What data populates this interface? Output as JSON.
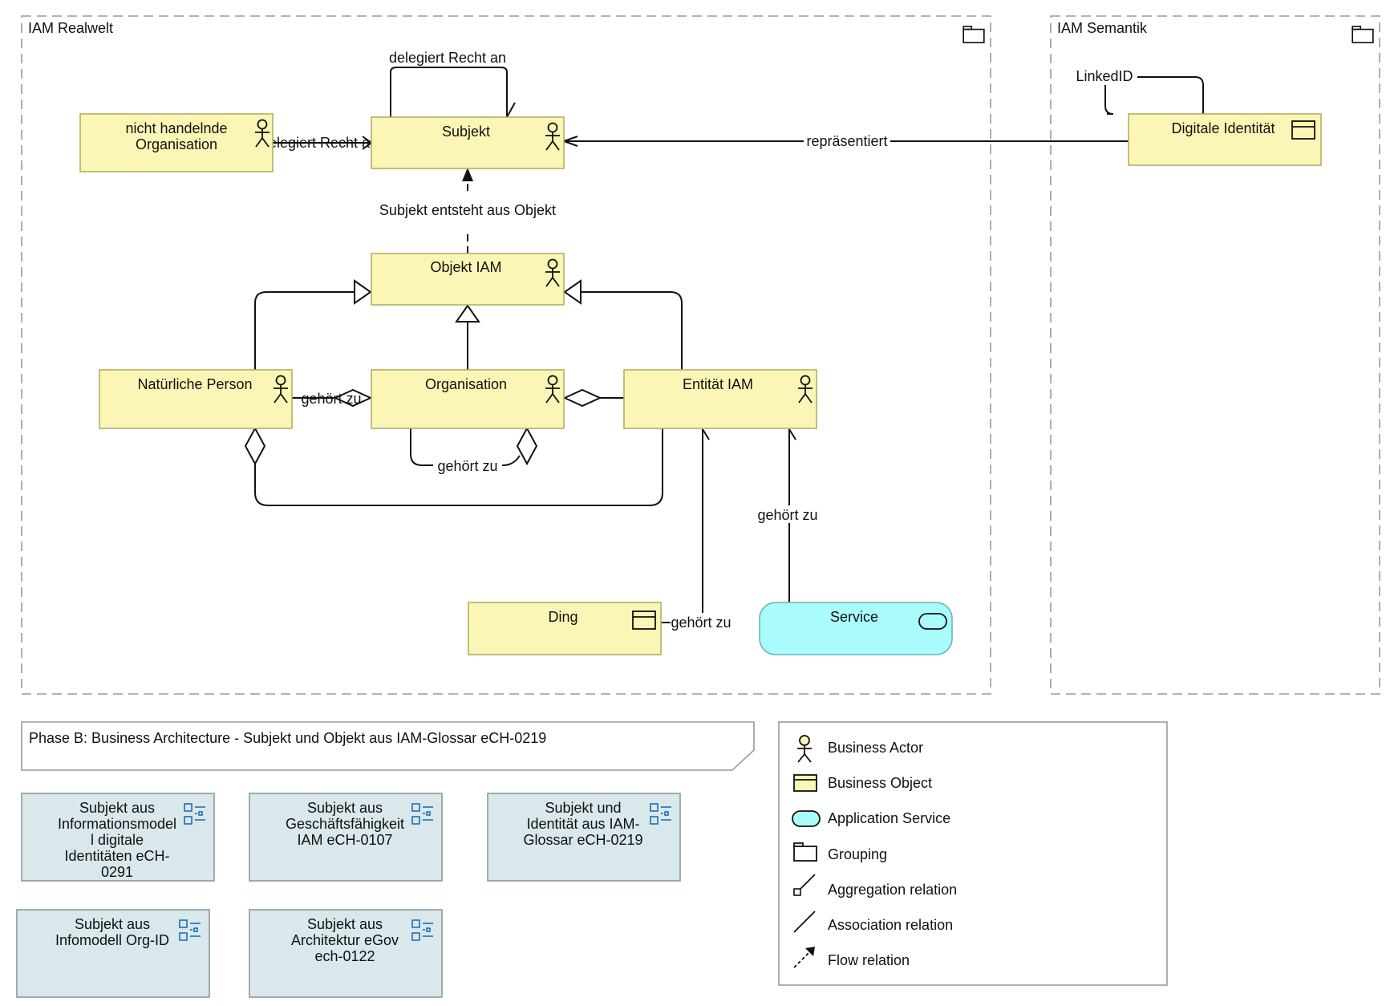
{
  "groups": {
    "realwelt": "IAM Realwelt",
    "semantik": "IAM Semantik"
  },
  "elements": {
    "nicht_handelnde_org": [
      "nicht handelnde",
      "Organisation"
    ],
    "subjekt": "Subjekt",
    "digitale_identitaet": "Digitale Identität",
    "objekt_iam": "Objekt IAM",
    "natuerliche_person": "Natürliche Person",
    "organisation": "Organisation",
    "entitaet_iam": "Entität IAM",
    "ding": "Ding",
    "service": "Service"
  },
  "relations": {
    "delegiert_self": "delegiert Recht an",
    "delegiert_org": "delegiert Recht an",
    "repraesentiert": "repräsentiert",
    "linked_id": "LinkedID",
    "entsteht_aus": "Subjekt entsteht aus Objekt",
    "gehoert_np_org": "gehört zu",
    "gehoert_org_self": "gehört zu",
    "gehoert_service": "gehört zu",
    "gehoert_ding": "gehört zu"
  },
  "note": "Phase B: Business Architecture - Subjekt und Objekt aus IAM-Glossar eCH-0219",
  "views": [
    [
      "Subjekt aus",
      "Informationsmodel",
      "l digitale",
      "Identitäten eCH-",
      "0291"
    ],
    [
      "Subjekt aus",
      "Geschäftsfähigkeit",
      "IAM eCH-0107"
    ],
    [
      "Subjekt und",
      "Identität aus IAM-",
      "Glossar eCH-0219"
    ],
    [
      "Subjekt aus",
      "Infomodell Org-ID"
    ],
    [
      "Subjekt aus",
      "Architektur eGov",
      "ech-0122"
    ]
  ],
  "legend": [
    "Business Actor",
    "Business Object",
    "Application Service",
    "Grouping",
    "Aggregation relation",
    "Association relation",
    "Flow relation"
  ],
  "colors": {
    "business": "#fbf6b5",
    "application_service": "#aafbfc",
    "view_reference": "#d9e8ea",
    "view_icon": "#1f6fb5"
  },
  "icons": {
    "actor": "business-actor-icon",
    "object": "business-object-icon",
    "service": "application-service-icon",
    "grouping": "grouping-folder-icon",
    "view": "view-reference-icon"
  }
}
